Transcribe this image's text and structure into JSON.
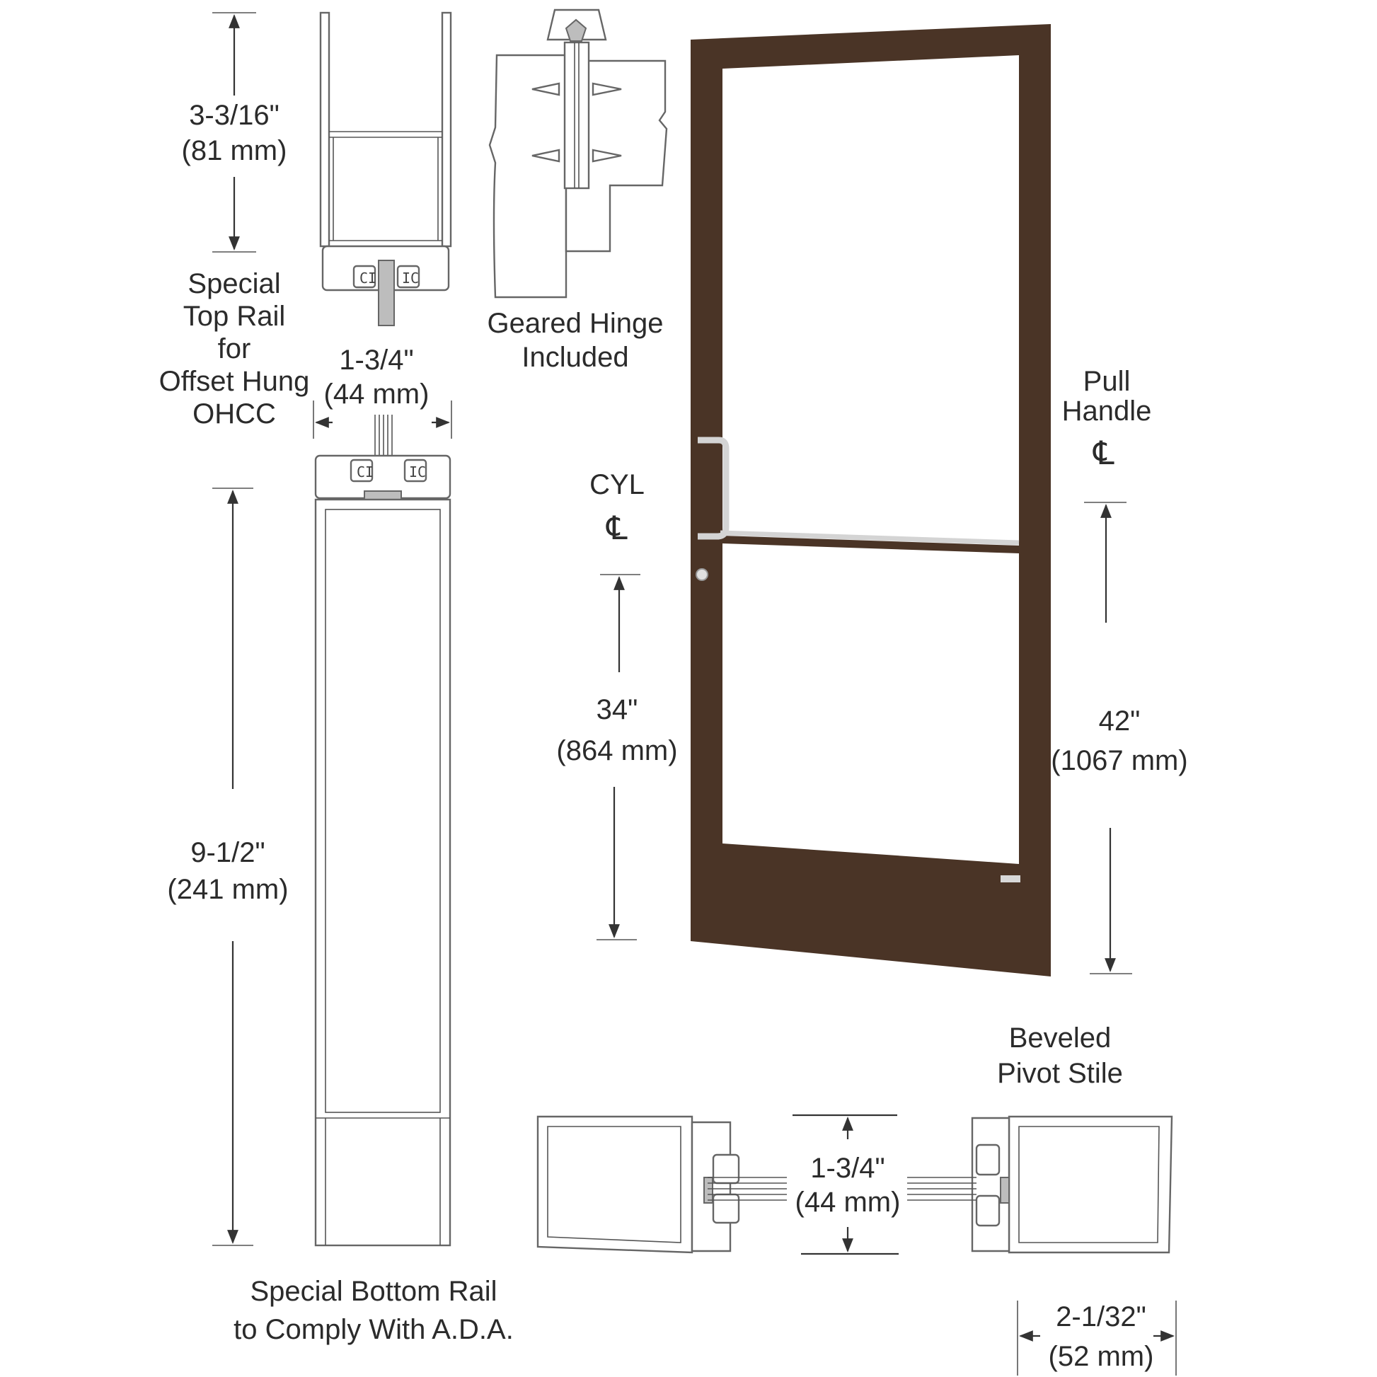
{
  "diagram": {
    "top_rail": {
      "dim_in": "3-3/16\"",
      "dim_mm": "(81 mm)",
      "caption": [
        "Special",
        "Top Rail",
        "for",
        "Offset Hung",
        "OHCC"
      ]
    },
    "hinge": {
      "caption": [
        "Geared Hinge",
        "Included"
      ]
    },
    "stile_depth": {
      "dim_in": "1-3/4\"",
      "dim_mm": "(44 mm)"
    },
    "bottom_rail": {
      "dim_in": "9-1/2\"",
      "dim_mm": "(241 mm)",
      "caption": [
        "Special Bottom Rail",
        "to Comply With A.D.A."
      ]
    },
    "cylinder": {
      "label": "CYL",
      "cl_symbol": "℄",
      "dim_in": "34\"",
      "dim_mm": "(864 mm)"
    },
    "pull_handle": {
      "label": [
        "Pull",
        "Handle"
      ],
      "cl_symbol": "℄",
      "dim_in": "42\"",
      "dim_mm": "(1067 mm)"
    },
    "pivot_stile": {
      "caption": [
        "Beveled",
        "Pivot Stile"
      ],
      "depth_in": "1-3/4\"",
      "depth_mm": "(44 mm)",
      "width_in": "2-1/32\"",
      "width_mm": "(52 mm)"
    },
    "colors": {
      "door_frame": "#4a3426",
      "glass": "#ffffff",
      "hardware": "#d4d4d4",
      "lines": "#333333"
    }
  }
}
